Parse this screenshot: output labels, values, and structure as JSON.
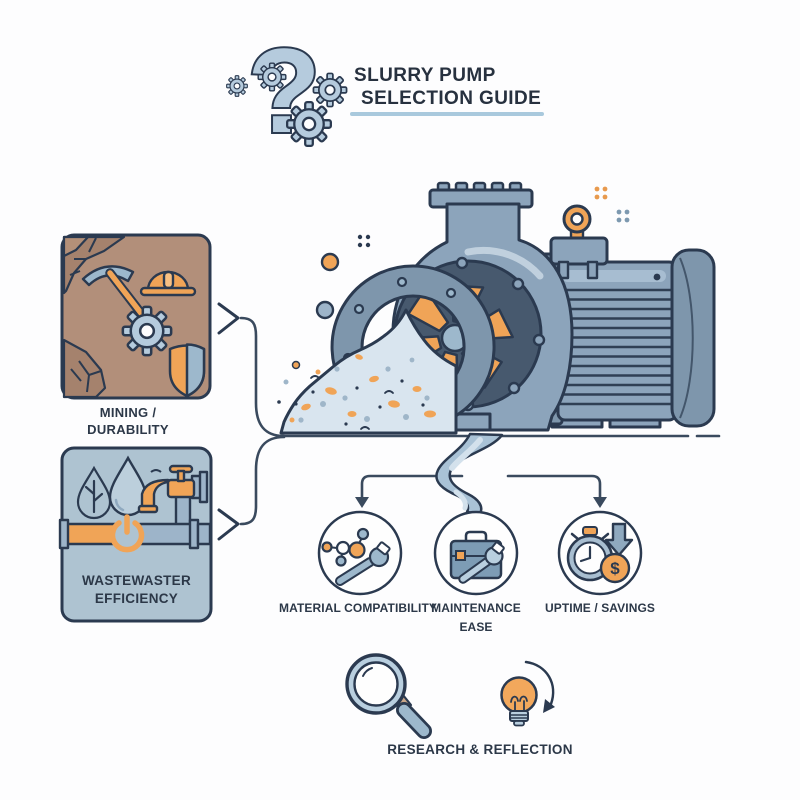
{
  "header": {
    "title_line1": "SLURRY PUMP",
    "title_line2": "SELECTION GUIDE"
  },
  "glyphs": {
    "question_mark": "?",
    "dollar": "$"
  },
  "panels": {
    "mining": {
      "caption_line1": "MINING /",
      "caption_line2": "DURABILITY"
    },
    "wastewater": {
      "caption_line1": "WASTEWASTER",
      "caption_line2": "EFFICIENCY"
    }
  },
  "criteria": [
    {
      "id": "material-compatibility",
      "label_line1": "MATERIAL COMPATIBILITY",
      "label_line2": ""
    },
    {
      "id": "maintenance-ease",
      "label_line1": "MAINTENANCE",
      "label_line2": "EASE"
    },
    {
      "id": "uptime-savings",
      "label_line1": "UPTIME / SAVINGS",
      "label_line2": ""
    }
  ],
  "footer": {
    "label": "RESEARCH & REFLECTION"
  },
  "icons": {
    "header": [
      "question-mark-icon",
      "gear-icon"
    ],
    "mining_panel": [
      "pickaxe-icon",
      "hardhat-icon",
      "gear-icon",
      "shield-icon",
      "rocks-icon"
    ],
    "wastewater_panel": [
      "eco-drop-icon",
      "water-drop-icon",
      "faucet-icon",
      "pipe-icon",
      "power-icon"
    ],
    "center": [
      "slurry-pump-illustration",
      "impeller-icon",
      "lifting-eye-icon",
      "slurry-stream"
    ],
    "criteria": [
      "molecule-wrench-icon",
      "toolbox-wrench-icon",
      "stopwatch-icon",
      "down-arrow-icon",
      "dollar-coin-icon"
    ],
    "footer_icons": [
      "magnifier-icon",
      "lightbulb-icon",
      "cycle-arrow-icon"
    ]
  },
  "colors": {
    "navy": "#2B3A50",
    "line": "#3A4A5E",
    "steel": "#8CA4BB",
    "steel_dark": "#7E96AC",
    "chamber": "#47596E",
    "steel_light": "#9DB8CC",
    "steel_pale": "#B9CFDF",
    "gear_blue": "#B5CBDD",
    "accent": "#F0A457",
    "panel_brown": "#B28F7A",
    "rock_brown": "#A5826D",
    "panel_blue": "#AEC3D1",
    "pipe_blue": "#9DB4C9",
    "slurry": "#D9E5EF",
    "stream": "#A9C2D6",
    "case_blue": "#7D9CB5",
    "underline": "#A9C9DD",
    "text": "#2C3848",
    "bg": "#FDFDFE"
  }
}
